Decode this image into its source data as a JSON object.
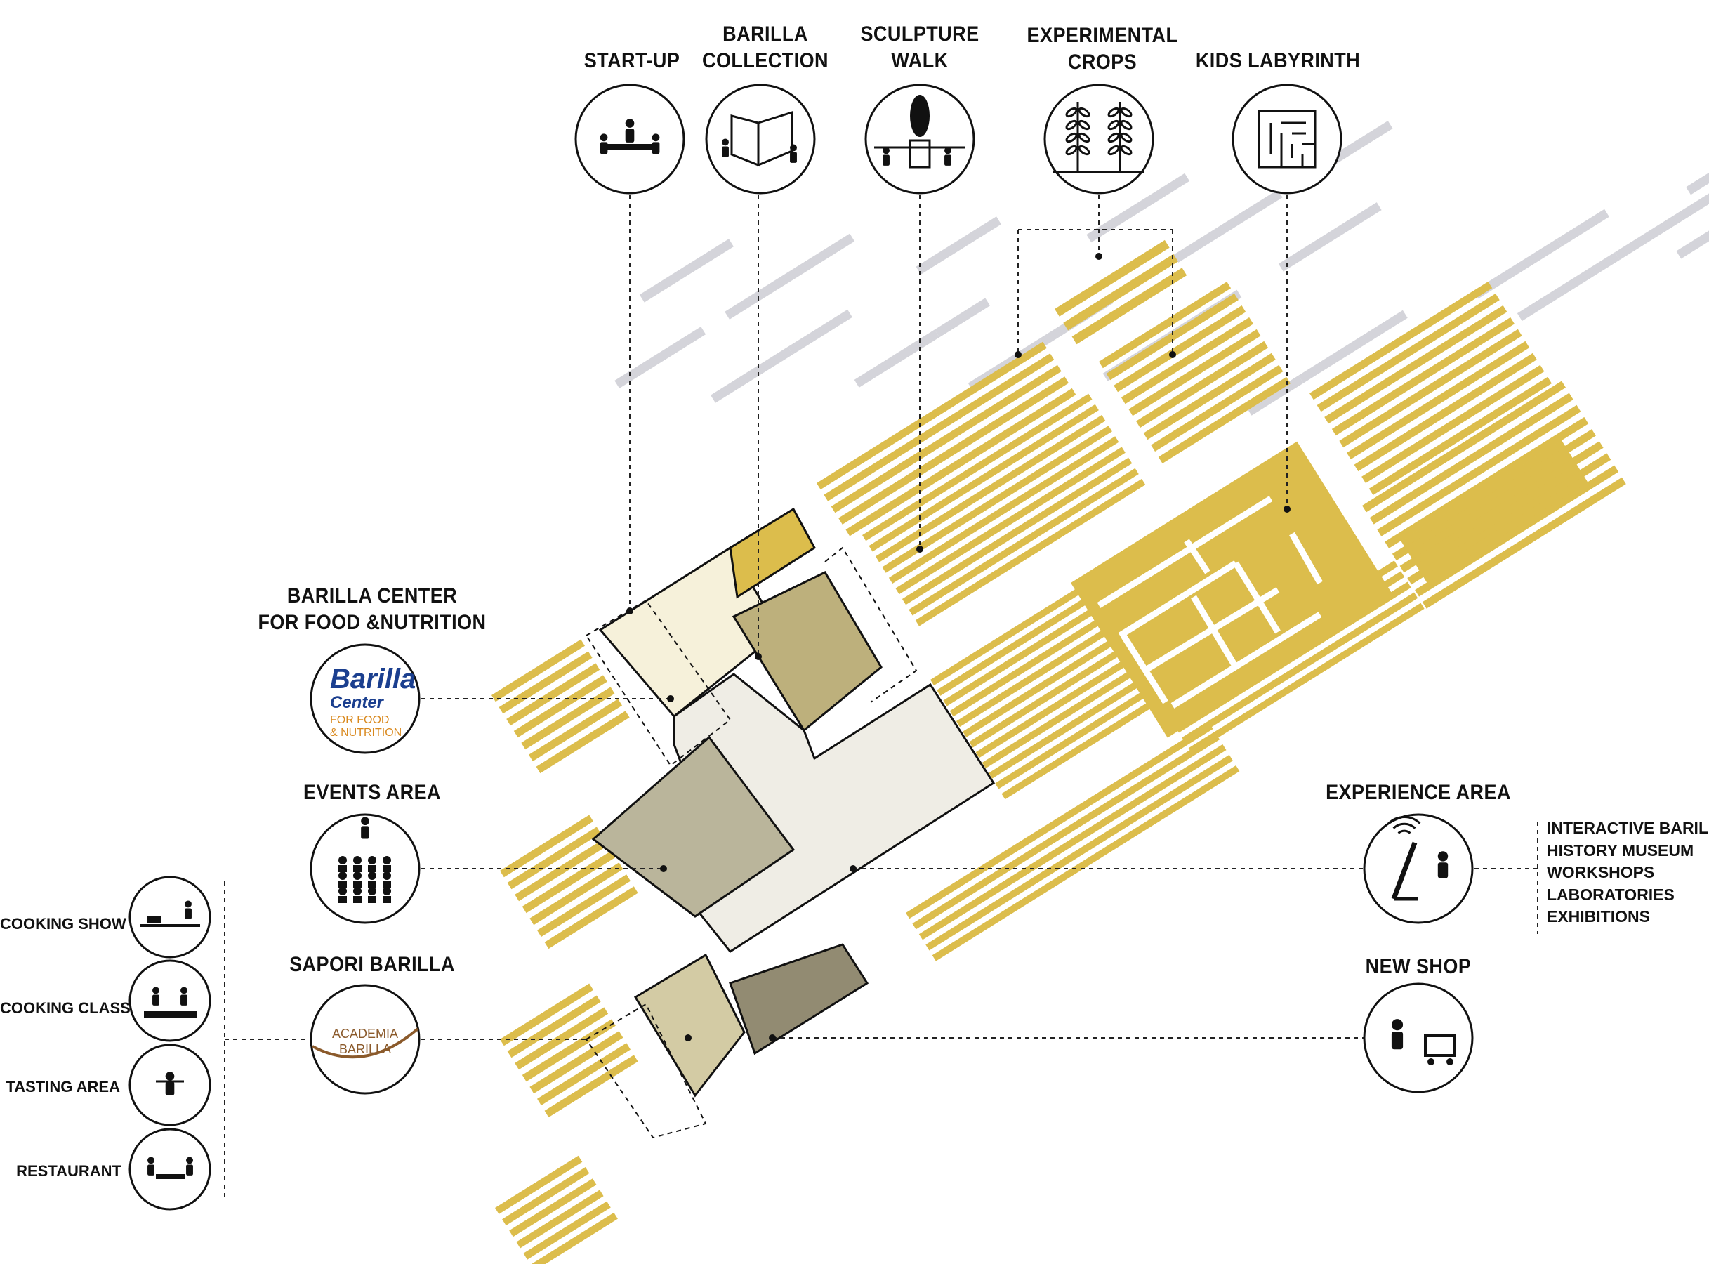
{
  "top_labels": {
    "startup": "START-UP",
    "collection": "BARILLA\nCOLLECTION",
    "sculpture": "SCULPTURE\nWALK",
    "crops": "EXPERIMENTAL\nCROPS",
    "labyrinth": "KIDS LABYRINTH"
  },
  "left_labels": {
    "center": "BARILLA CENTER\nFOR FOOD &NUTRITION",
    "events": "EVENTS AREA",
    "sapori": "SAPORI BARILLA"
  },
  "sub_labels": {
    "cooking_show": "COOKING SHOW",
    "cooking_class": "COOKING CLASS",
    "tasting": "TASTING AREA",
    "restaurant": "RESTAURANT"
  },
  "right_labels": {
    "experience": "EXPERIENCE AREA",
    "shop": "NEW SHOP"
  },
  "experience_list": [
    "INTERACTIVE BARILLA",
    "HISTORY MUSEUM",
    "WORKSHOPS",
    "LABORATORIES",
    "EXHIBITIONS"
  ],
  "logos": {
    "center_brand": "Barilla",
    "center_sub": "Center",
    "center_line1": "FOR FOOD",
    "center_line2": "& NUTRITION",
    "academia_1": "ACADEMIA",
    "academia_2": "BARILLA"
  },
  "icons": {
    "startup": "meeting-table-icon",
    "collection": "gallery-icon",
    "sculpture": "sculpture-icon",
    "crops": "wheat-icon",
    "labyrinth": "maze-icon",
    "events": "audience-icon",
    "experience": "interactive-kiosk-icon",
    "shop": "shopping-cart-icon",
    "cooking_show": "chef-icon",
    "cooking_class": "cooking-class-icon",
    "tasting": "waiter-icon",
    "restaurant": "dining-icon"
  },
  "colors": {
    "field": "#dcbd4c",
    "path": "#d4d4da",
    "room_pale": "#f6f1da",
    "room_olive": "#bdb07c",
    "room_grey": "#bab59b",
    "room_light": "#efede5",
    "room_tan": "#d3cba4",
    "room_dark": "#928b72",
    "logo_blue": "#1b3f8f",
    "logo_orange": "#d9891e",
    "logo_brown": "#8b5a2b"
  }
}
